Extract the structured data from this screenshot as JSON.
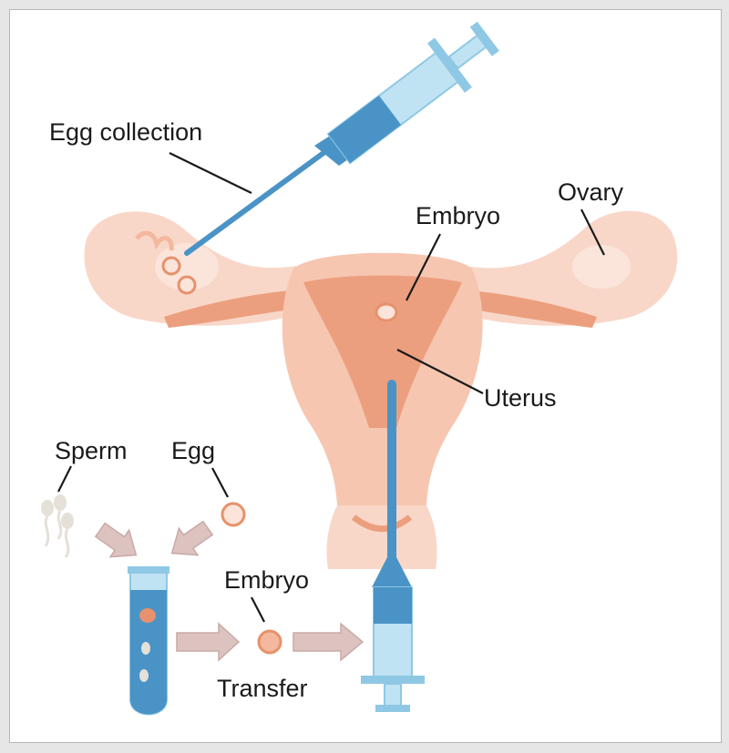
{
  "labels": {
    "egg_collection": "Egg collection",
    "embryo_top": "Embryo",
    "ovary": "Ovary",
    "uterus": "Uterus",
    "sperm": "Sperm",
    "egg": "Egg",
    "embryo_bottom": "Embryo",
    "transfer": "Transfer"
  },
  "colors": {
    "tissue_light": "#f9d7c8",
    "tissue_mid": "#f3b89e",
    "tissue_dark": "#e8916c",
    "syringe_light": "#bfe3f3",
    "syringe_dark": "#4a93c6",
    "arrow_fill": "#dcc3c0",
    "leader_line": "#1a1a1a"
  }
}
